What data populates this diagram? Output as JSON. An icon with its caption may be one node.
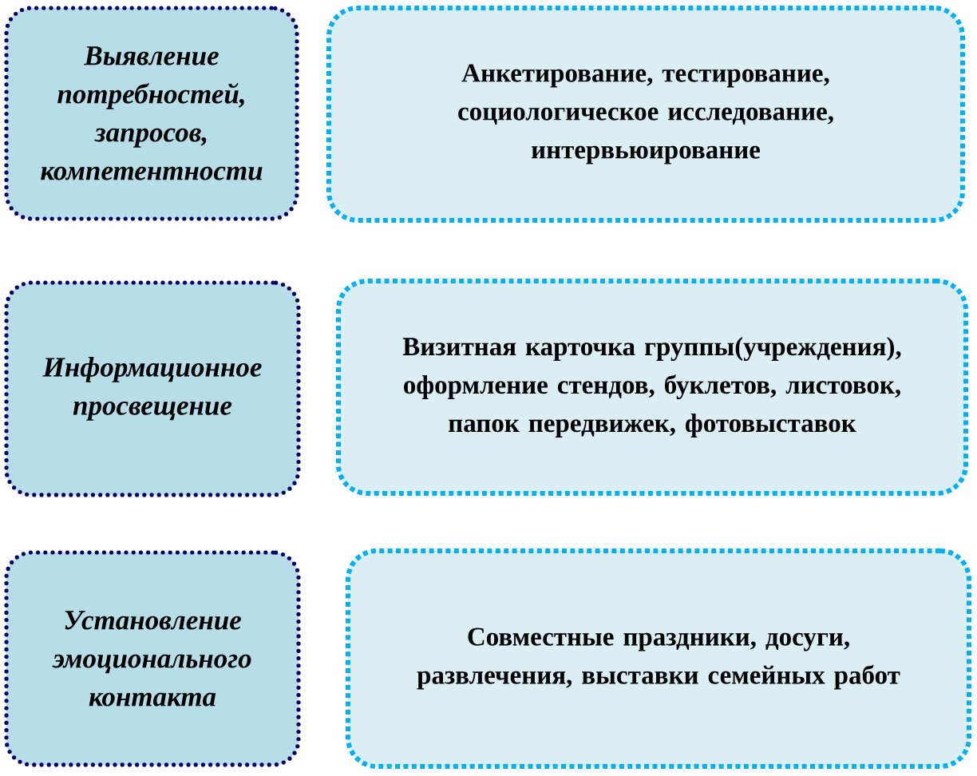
{
  "diagram": {
    "nodes": [
      {
        "text": [
          "Выявление потребностей, запросов, компетентности"
        ]
      },
      {
        "text": [
          "Анкетирование, тестирование, социологическое исследование, интервьюирование"
        ]
      },
      {
        "text": [
          "Информационное просвещение"
        ]
      },
      {
        "text": [
          "Визитная карточка группы(учреждения), оформление стендов, буклетов, листовок, папок передвижек, фотовыставок"
        ]
      },
      {
        "text": [
          "Установление эмоционального контакта"
        ]
      },
      {
        "text": [
          "Совместные праздники, досуги, развлечения, выставки семейных работ"
        ]
      }
    ]
  }
}
